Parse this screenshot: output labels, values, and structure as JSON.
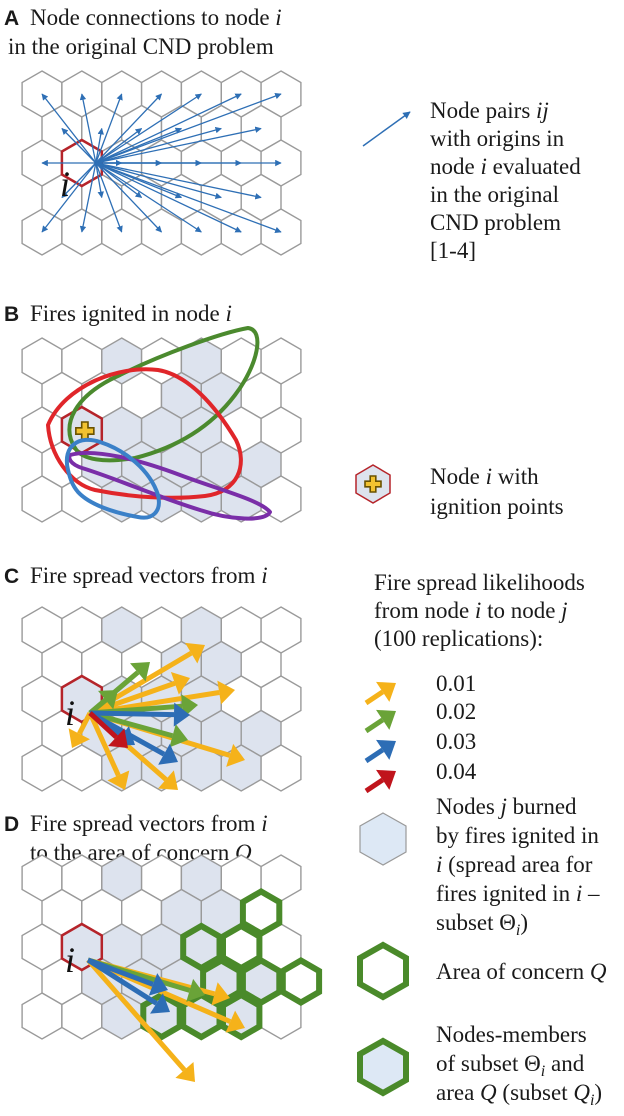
{
  "panels": [
    {
      "letter": "A",
      "title_line1": "Node connections to node i",
      "title_line2": "in the original CND problem"
    },
    {
      "letter": "B",
      "title_line1": "Fires ignited in node i"
    },
    {
      "letter": "C",
      "title_line1": "Fire spread vectors from i"
    },
    {
      "letter": "D",
      "title_line1": "Fire spread vectors from i",
      "title_line2": "to the area of concern Q"
    }
  ],
  "node_label": "i",
  "legend": {
    "node_pairs": [
      "Node pairs ij",
      "with origins in",
      "node i evaluated",
      "in the original",
      "CND problem",
      "[1-4]"
    ],
    "ignition": [
      "Node i with",
      "ignition points"
    ],
    "likelihood_title": [
      "Fire spread likelihoods",
      "from node i to node j",
      "(100 replications):"
    ],
    "likelihoods": [
      {
        "value": "0.01",
        "color": "#f5b21a"
      },
      {
        "value": "0.02",
        "color": "#6aa338"
      },
      {
        "value": "0.03",
        "color": "#2d6db5"
      },
      {
        "value": "0.04",
        "color": "#c0141c"
      }
    ],
    "burned": [
      "Nodes j burned",
      "by fires ignited in",
      "i (spread area for",
      "fires ignited in i –",
      "subset  Θi)"
    ],
    "area_q": [
      "Area of concern Q"
    ],
    "members": [
      "Nodes-members",
      "of subset Θi and",
      "area Q (subset Qi)"
    ]
  },
  "colors": {
    "hex_outline": "#9a9a9a",
    "node_i_outline": "#b5242a",
    "shaded_fill": "#dde3ee",
    "area_q_outline": "#4a8a2a",
    "connection_arrow": "#2e6fb5",
    "fire_red": "#e0262a",
    "fire_green": "#4b8a2e",
    "fire_blue": "#3a80c8",
    "fire_purple": "#7a2ea8",
    "cross_fill": "#f2c230",
    "cross_outline": "#6a5200"
  }
}
